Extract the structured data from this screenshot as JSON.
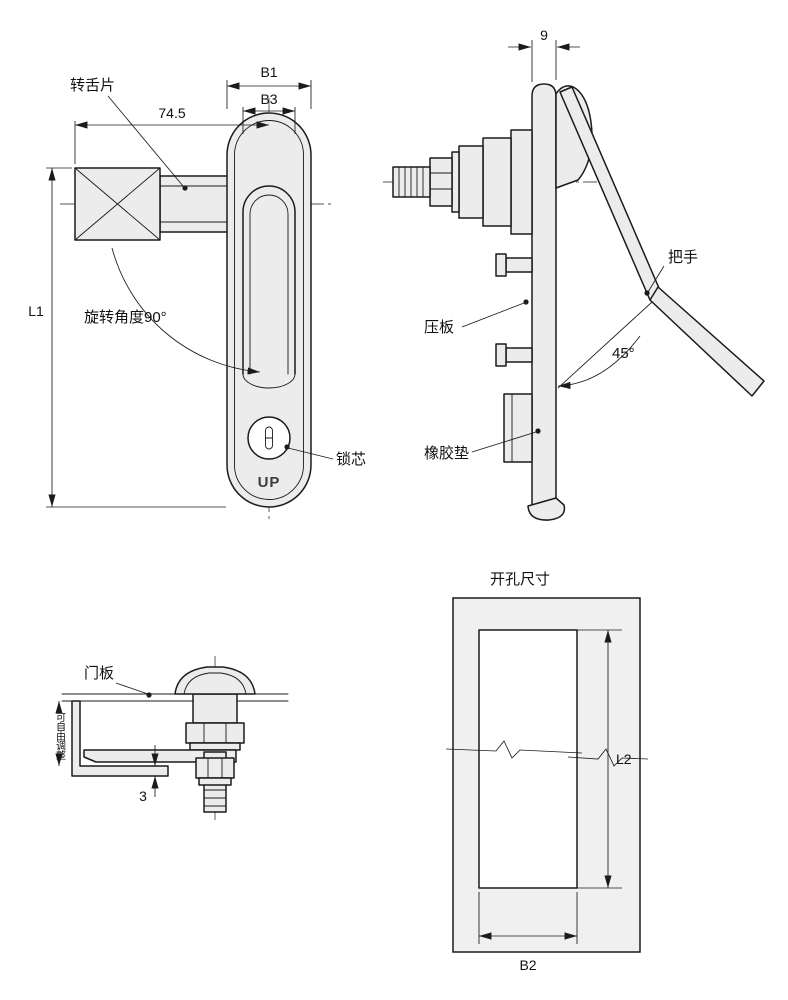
{
  "drawing": {
    "front_view": {
      "label_tongue": "转舌片",
      "dim_latch_offset": "74.5",
      "dim_b1": "B1",
      "dim_b3": "B3",
      "dim_l1": "L1",
      "label_rotation": "旋转角度90°",
      "engraving_up": "UP",
      "label_lock_core": "锁芯"
    },
    "side_view": {
      "dim_panel_thickness": "9",
      "label_handle": "把手",
      "label_pressure_plate": "压板",
      "dim_handle_angle": "45°",
      "label_rubber_pad": "橡胶垫"
    },
    "installation_view": {
      "label_door_panel": "门板",
      "label_free_adjust": "可自由调整",
      "dim_clamp": "3"
    },
    "cutout_view": {
      "title": "开孔尺寸",
      "dim_l2": "L2",
      "dim_b2": "B2"
    }
  },
  "colors": {
    "line": "#1b1b1b",
    "metal_fill": "#ececec",
    "background": "#ffffff"
  }
}
